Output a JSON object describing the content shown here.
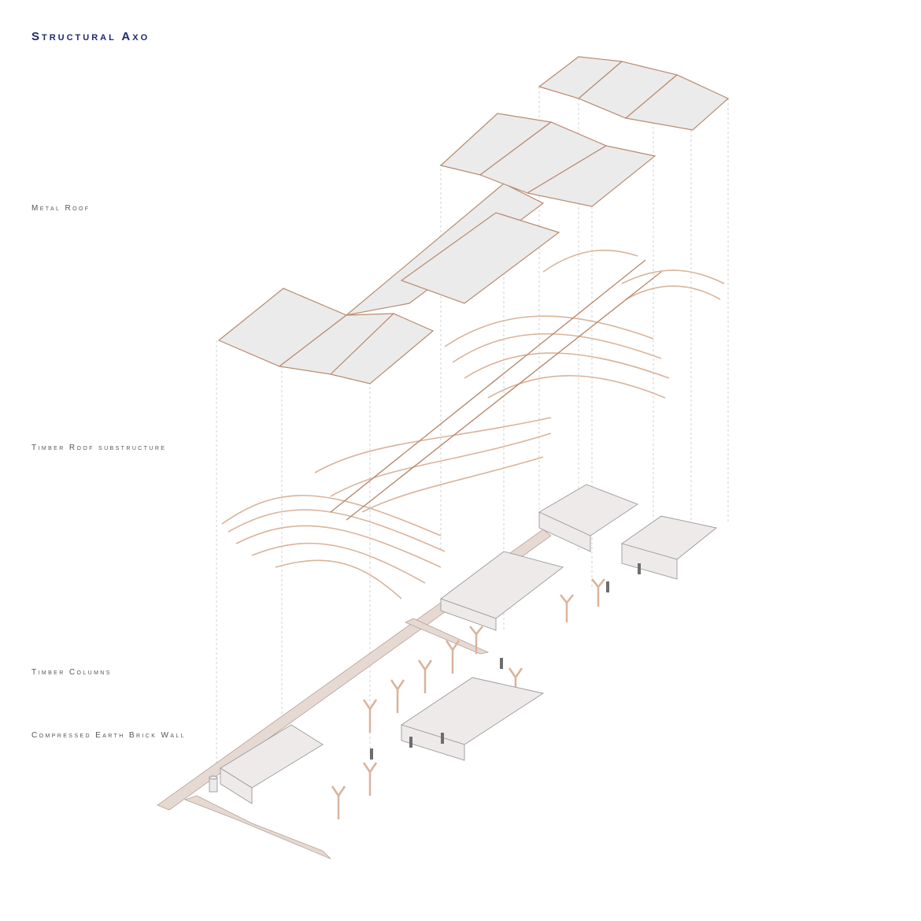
{
  "title": "Structural Axo",
  "layers": [
    {
      "id": "metal-roof",
      "label": "Metal Roof"
    },
    {
      "id": "timber-roof",
      "label": "Timber Roof substructure"
    },
    {
      "id": "timber-columns",
      "label": "Timber Columns"
    },
    {
      "id": "earth-wall",
      "label": "Compressed Earth Brick Wall"
    }
  ],
  "colors": {
    "title": "#1f2a6b",
    "roof_fill": "#ebebeb",
    "roof_edge": "#b98a70",
    "timber": "#d9b39a",
    "timber_dark": "#b98a70",
    "wall": "#eeeaea",
    "wall_edge": "#9a9a9a",
    "ground": "#e6d9d2",
    "guide": "#c8c8c8"
  }
}
